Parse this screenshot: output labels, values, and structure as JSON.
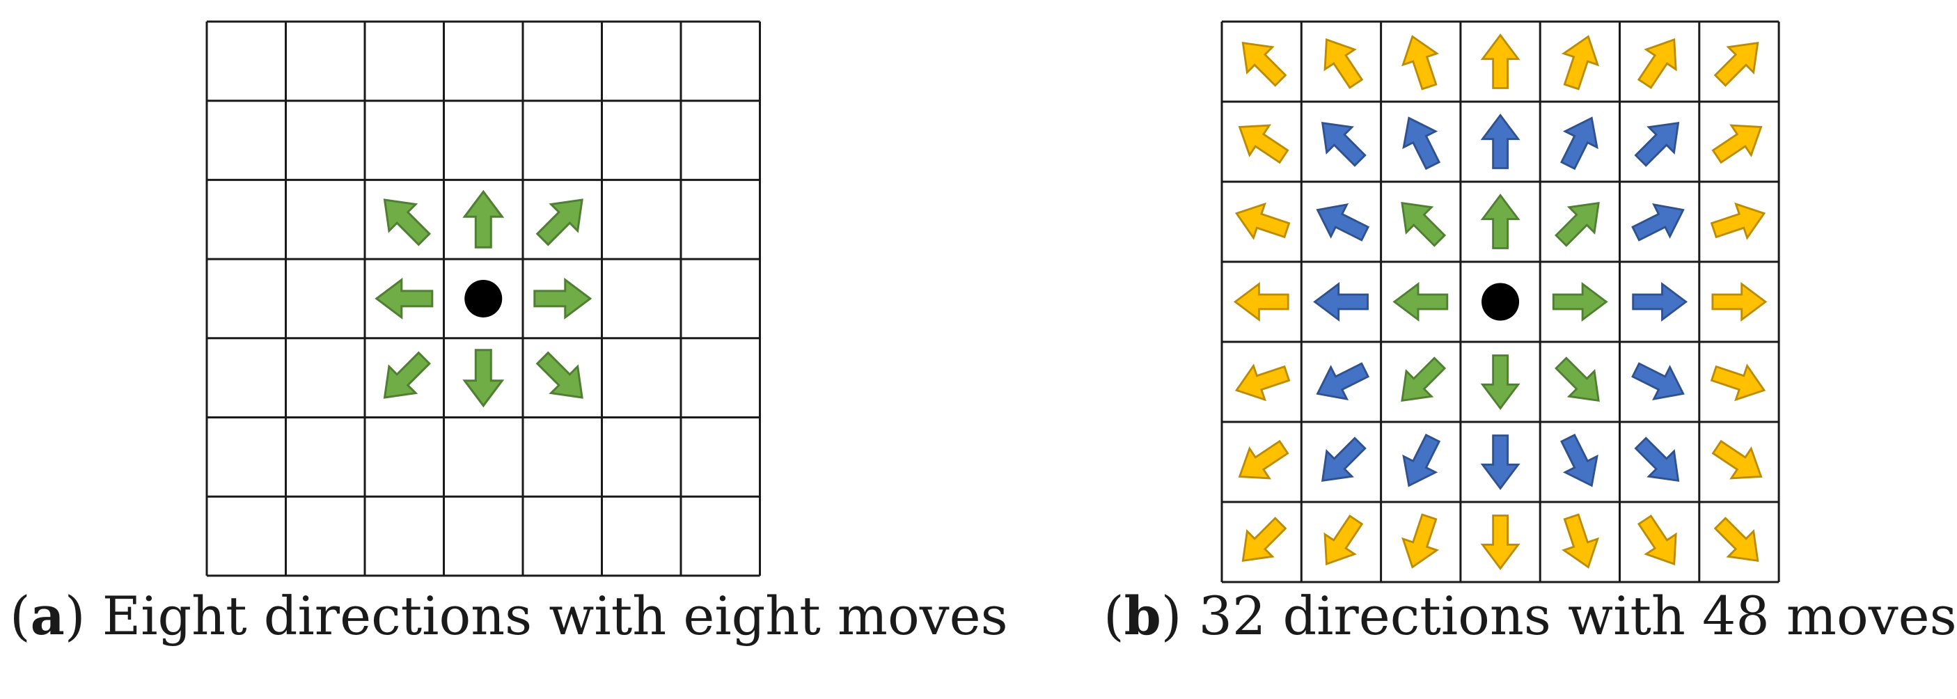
{
  "colors": {
    "grid_line": "#1a1a1a",
    "inner_arrow_fill": "#70AD47",
    "inner_arrow_stroke": "#507E32",
    "middle_arrow_fill": "#4472C4",
    "middle_arrow_stroke": "#2F528F",
    "outer_arrow_fill": "#FFC000",
    "outer_arrow_stroke": "#BC8C00",
    "center_dot": "#000000"
  },
  "panels": [
    {
      "id": "a",
      "rows": 7,
      "cols": 7,
      "center": [
        3,
        3
      ],
      "caption": {
        "open": "(",
        "letter": "a",
        "close": ")",
        "text": " Eight directions with eight moves"
      },
      "moves": [
        {
          "dx": -1,
          "dy": -1,
          "ring": "inner"
        },
        {
          "dx": 0,
          "dy": -1,
          "ring": "inner"
        },
        {
          "dx": 1,
          "dy": -1,
          "ring": "inner"
        },
        {
          "dx": -1,
          "dy": 0,
          "ring": "inner"
        },
        {
          "dx": 1,
          "dy": 0,
          "ring": "inner"
        },
        {
          "dx": -1,
          "dy": 1,
          "ring": "inner"
        },
        {
          "dx": 0,
          "dy": 1,
          "ring": "inner"
        },
        {
          "dx": 1,
          "dy": 1,
          "ring": "inner"
        }
      ]
    },
    {
      "id": "b",
      "rows": 7,
      "cols": 7,
      "center": [
        3,
        3
      ],
      "caption": {
        "open": "(",
        "letter": "b",
        "close": ")",
        "text": " 32 directions with 48 moves"
      },
      "rings": {
        "1": "inner",
        "2": "middle",
        "3": "outer"
      }
    }
  ]
}
